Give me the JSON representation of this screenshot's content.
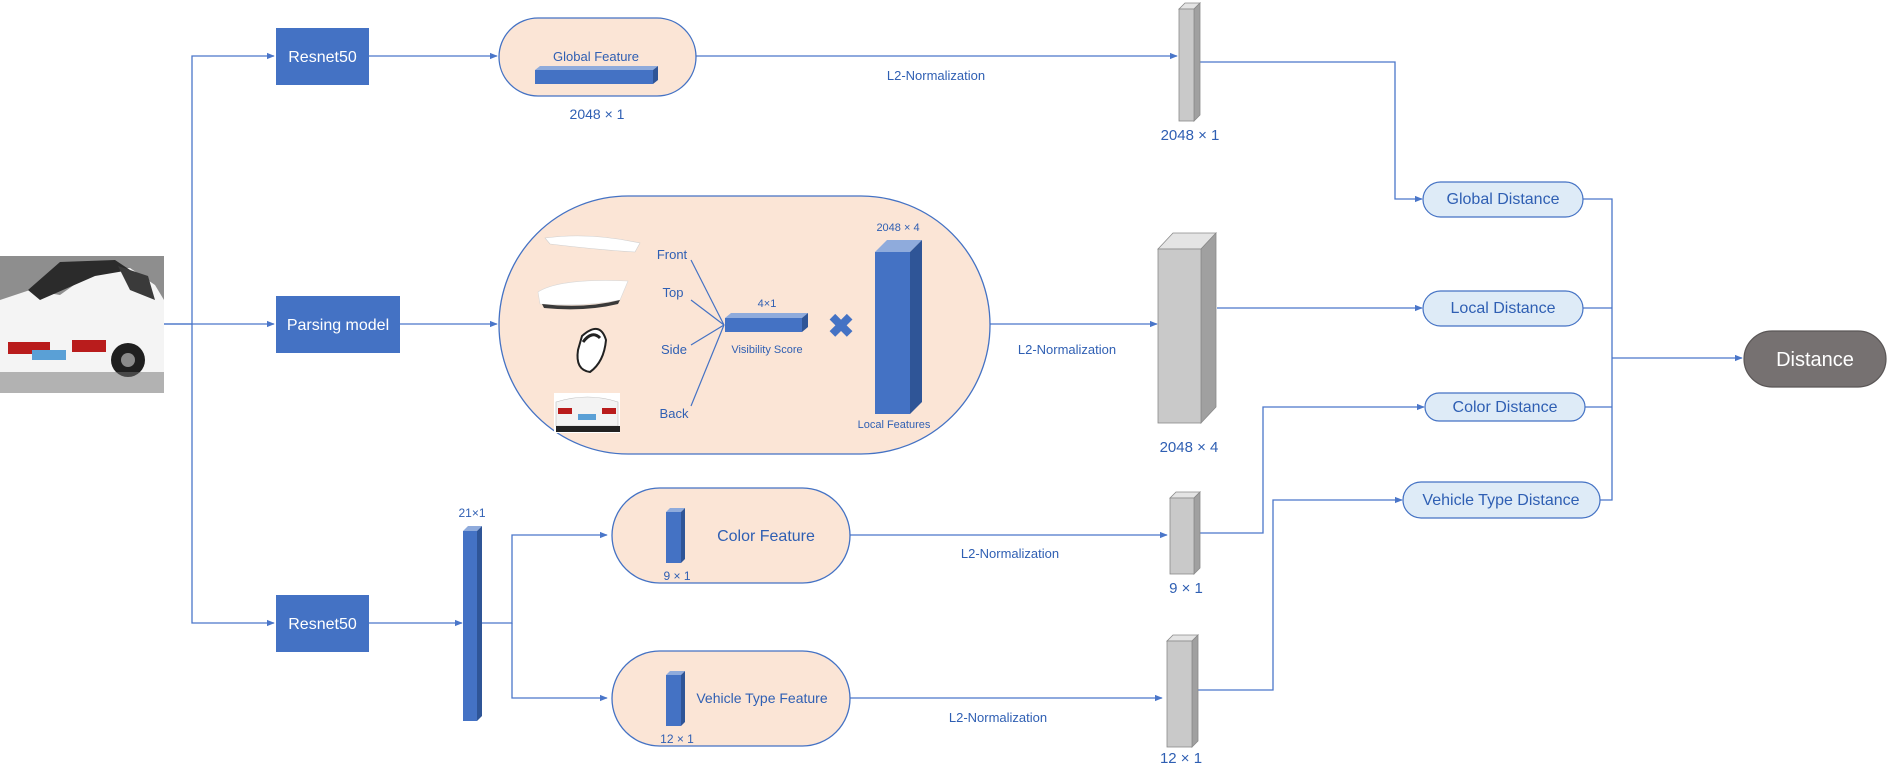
{
  "nodes": {
    "resnet_top": "Resnet50",
    "parsing": "Parsing model",
    "resnet_bottom": "Resnet50"
  },
  "global_feature": {
    "title": "Global Feature",
    "size": "2048 × 1"
  },
  "parsing_block": {
    "views": [
      "Front",
      "Top",
      "Side",
      "Back"
    ],
    "visibility_size": "4×1",
    "visibility_label": "Visibility Score",
    "local_size": "2048 × 4",
    "local_label": "Local Features",
    "multiply_symbol": "✖"
  },
  "bottom_branch": {
    "vector_size": "21×1",
    "color_feature": "Color Feature",
    "color_size": "9 × 1",
    "type_feature": "Vehicle Type Feature",
    "type_size": "12 × 1"
  },
  "normalization": {
    "global": "L2-Normalization",
    "local": "L2-Normalization",
    "color": "L2-Normalization",
    "type": "L2-Normalization"
  },
  "normalized_sizes": {
    "global": "2048 × 1",
    "local": "2048 × 4",
    "color": "9 × 1",
    "type": "12 × 1"
  },
  "distances": {
    "global": "Global Distance",
    "local": "Local Distance",
    "color": "Color Distance",
    "type": "Vehicle Type Distance",
    "final": "Distance"
  },
  "colors": {
    "box_blue": "#4472c4",
    "line_blue": "#4a76c9",
    "text_blue": "#2f5fb3",
    "peach": "#fbe5d6",
    "light_blue": "#deebf7",
    "gray": "#c9c9c9",
    "dark_gray": "#767171"
  }
}
